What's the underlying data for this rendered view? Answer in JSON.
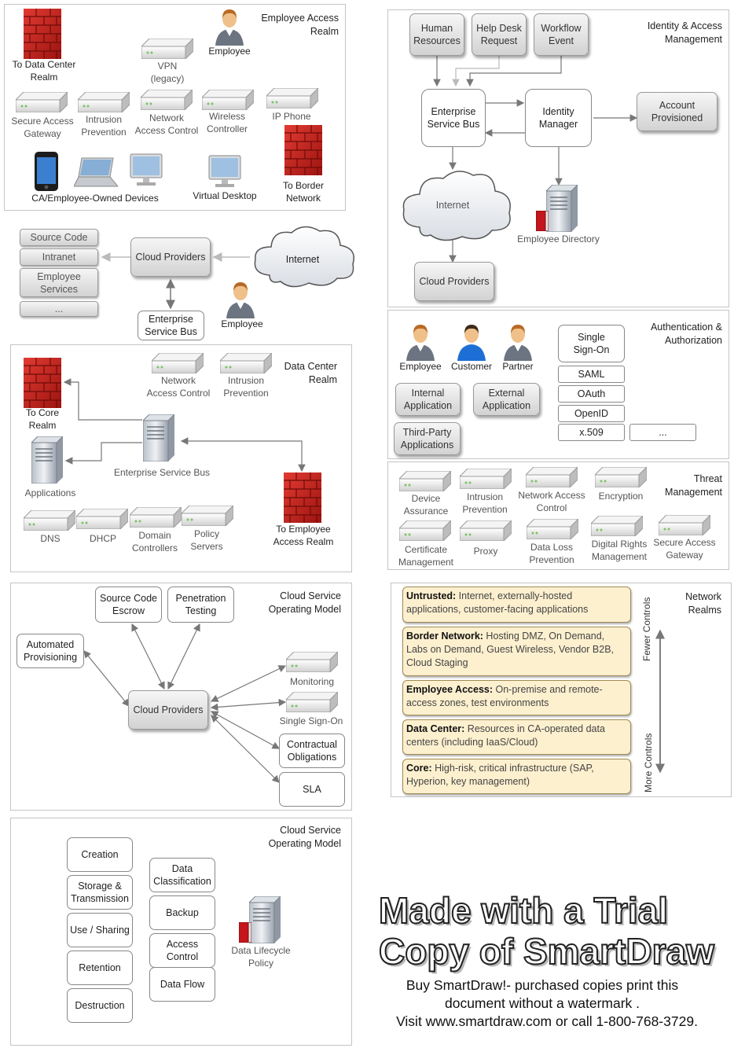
{
  "employee_access_realm": {
    "title": "Employee Access\nRealm",
    "to_data_center": "To Data Center\nRealm",
    "employee": "Employee",
    "vpn": "VPN\n(legacy)",
    "secure_access_gateway": "Secure Access\nGateway",
    "intrusion_prevention": "Intrusion\nPrevention",
    "network_access_control": "Network\nAccess Control",
    "wireless_controller": "Wireless\nController",
    "ip_phone": "IP Phone",
    "to_border_network": "To Border\nNetwork",
    "ca_devices": "CA/Employee-Owned Devices",
    "virtual_desktop": "Virtual Desktop"
  },
  "internet_cluster": {
    "source_code": "Source Code",
    "intranet": "Intranet",
    "employee_services": "Employee\nServices",
    "ellipsis": "...",
    "cloud_providers": "Cloud Providers",
    "internet": "Internet",
    "enterprise_service_bus": "Enterprise\nService Bus",
    "employee": "Employee"
  },
  "data_center_realm": {
    "title": "Data Center\nRealm",
    "network_access_control": "Network\nAccess Control",
    "intrusion_prevention": "Intrusion\nPrevention",
    "to_core_realm": "To Core\nRealm",
    "enterprise_service_bus": "Enterprise Service Bus",
    "applications": "Applications",
    "to_employee_access_realm": "To Employee\nAccess Realm",
    "dns": "DNS",
    "dhcp": "DHCP",
    "domain_controllers": "Domain\nControllers",
    "policy_servers": "Policy\nServers"
  },
  "cloud_service_model_1": {
    "title": "Cloud Service\nOperating Model",
    "source_code_escrow": "Source Code\nEscrow",
    "penetration_testing": "Penetration\nTesting",
    "automated_provisioning": "Automated\nProvisioning",
    "cloud_providers": "Cloud Providers",
    "monitoring": "Monitoring",
    "single_sign_on": "Single Sign-On",
    "contractual_obligations": "Contractual\nObligations",
    "sla": "SLA"
  },
  "cloud_service_model_2": {
    "title": "Cloud Service\nOperating Model",
    "creation": "Creation",
    "storage_transmission": "Storage &\nTransmission",
    "use_sharing": "Use / Sharing",
    "retention": "Retention",
    "destruction": "Destruction",
    "data_classification": "Data\nClassification",
    "backup": "Backup",
    "access_control": "Access\nControl",
    "data_flow": "Data Flow",
    "data_lifecycle_policy": "Data Lifecycle\nPolicy"
  },
  "identity_access_management": {
    "title": "Identity & Access\nManagement",
    "human_resources": "Human\nResources",
    "help_desk_request": "Help Desk\nRequest",
    "workflow_event": "Workflow\nEvent",
    "enterprise_service_bus": "Enterprise\nService Bus",
    "identity_manager": "Identity\nManager",
    "account_provisioned": "Account\nProvisioned",
    "internet": "Internet",
    "employee_directory": "Employee Directory",
    "cloud_providers": "Cloud Providers"
  },
  "authentication_authorization": {
    "title": "Authentication &\nAuthorization",
    "employee": "Employee",
    "customer": "Customer",
    "partner": "Partner",
    "internal_application": "Internal\nApplication",
    "external_application": "External\nApplication",
    "third_party_applications": "Third-Party\nApplications",
    "single_sign_on": "Single\nSign-On",
    "saml": "SAML",
    "oauth": "OAuth",
    "openid": "OpenID",
    "x509": "x.509",
    "ellipsis": "..."
  },
  "threat_management": {
    "title": "Threat\nManagement",
    "device_assurance": "Device\nAssurance",
    "intrusion_prevention": "Intrusion\nPrevention",
    "network_access_control": "Network Access\nControl",
    "encryption": "Encryption",
    "certificate_management": "Certificate\nManagement",
    "proxy": "Proxy",
    "data_loss_prevention": "Data Loss\nPrevention",
    "digital_rights_management": "Digital Rights\nManagement",
    "secure_access_gateway": "Secure Access\nGateway"
  },
  "network_realms": {
    "title": "Network\nRealms",
    "fewer_controls": "Fewer Controls",
    "more_controls": "More Controls",
    "items": [
      {
        "name": "Untrusted:",
        "desc": " Internet, externally-hosted applications, customer-facing applications"
      },
      {
        "name": "Border Network:",
        "desc": " Hosting DMZ, On Demand, Labs on Demand, Guest Wireless, Vendor B2B, Cloud Staging"
      },
      {
        "name": "Employee Access:",
        "desc": " On-premise and remote-access zones, test environments"
      },
      {
        "name": "Data Center:",
        "desc": " Resources in CA-operated data centers (including IaaS/Cloud)"
      },
      {
        "name": "Core:",
        "desc": " High-risk, critical infrastructure (SAP, Hyperion, key management)"
      }
    ]
  },
  "watermark": {
    "line1": "Made with a Trial",
    "line2": "Copy of SmartDraw",
    "sub1": "Buy SmartDraw!- purchased copies print this",
    "sub2": "document without a watermark .",
    "sub3": "Visit www.smartdraw.com or call 1-800-768-3729."
  }
}
